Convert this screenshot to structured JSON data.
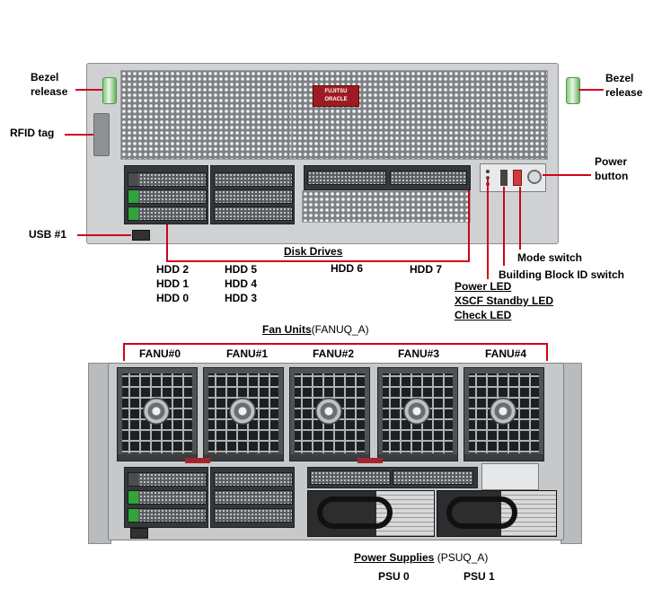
{
  "colors": {
    "leader": "#d0021b",
    "latch_green": "#2fa53a",
    "logo_red": "#9d1c22"
  },
  "front": {
    "bezel_release_left": [
      "Bezel",
      "release"
    ],
    "bezel_release_right": [
      "Bezel",
      "release"
    ],
    "rfid_tag": "RFID tag",
    "usb": "USB #1",
    "power_button": [
      "Power",
      "button"
    ],
    "mode_switch": "Mode switch",
    "bbid_switch": "Building Block ID switch",
    "power_led": "Power LED",
    "xscf_led": "XSCF Standby LED",
    "check_led": "Check LED",
    "disk_drives": "Disk Drives",
    "hdd_col1": [
      "HDD 2",
      "HDD 1",
      "HDD 0"
    ],
    "hdd_col2": [
      "HDD 5",
      "HDD 4",
      "HDD 3"
    ],
    "hdd6": "HDD 6",
    "hdd7": "HDD 7",
    "logo_lines": [
      "FUJITSU",
      "ORACLE"
    ]
  },
  "rear": {
    "fan_units": "Fan Units",
    "fan_units_model": "(FANUQ_A)",
    "fans": [
      "FANU#0",
      "FANU#1",
      "FANU#2",
      "FANU#3",
      "FANU#4"
    ],
    "power_supplies": "Power Supplies",
    "power_supplies_model": "(PSUQ_A)",
    "psus": [
      "PSU 0",
      "PSU 1"
    ]
  }
}
